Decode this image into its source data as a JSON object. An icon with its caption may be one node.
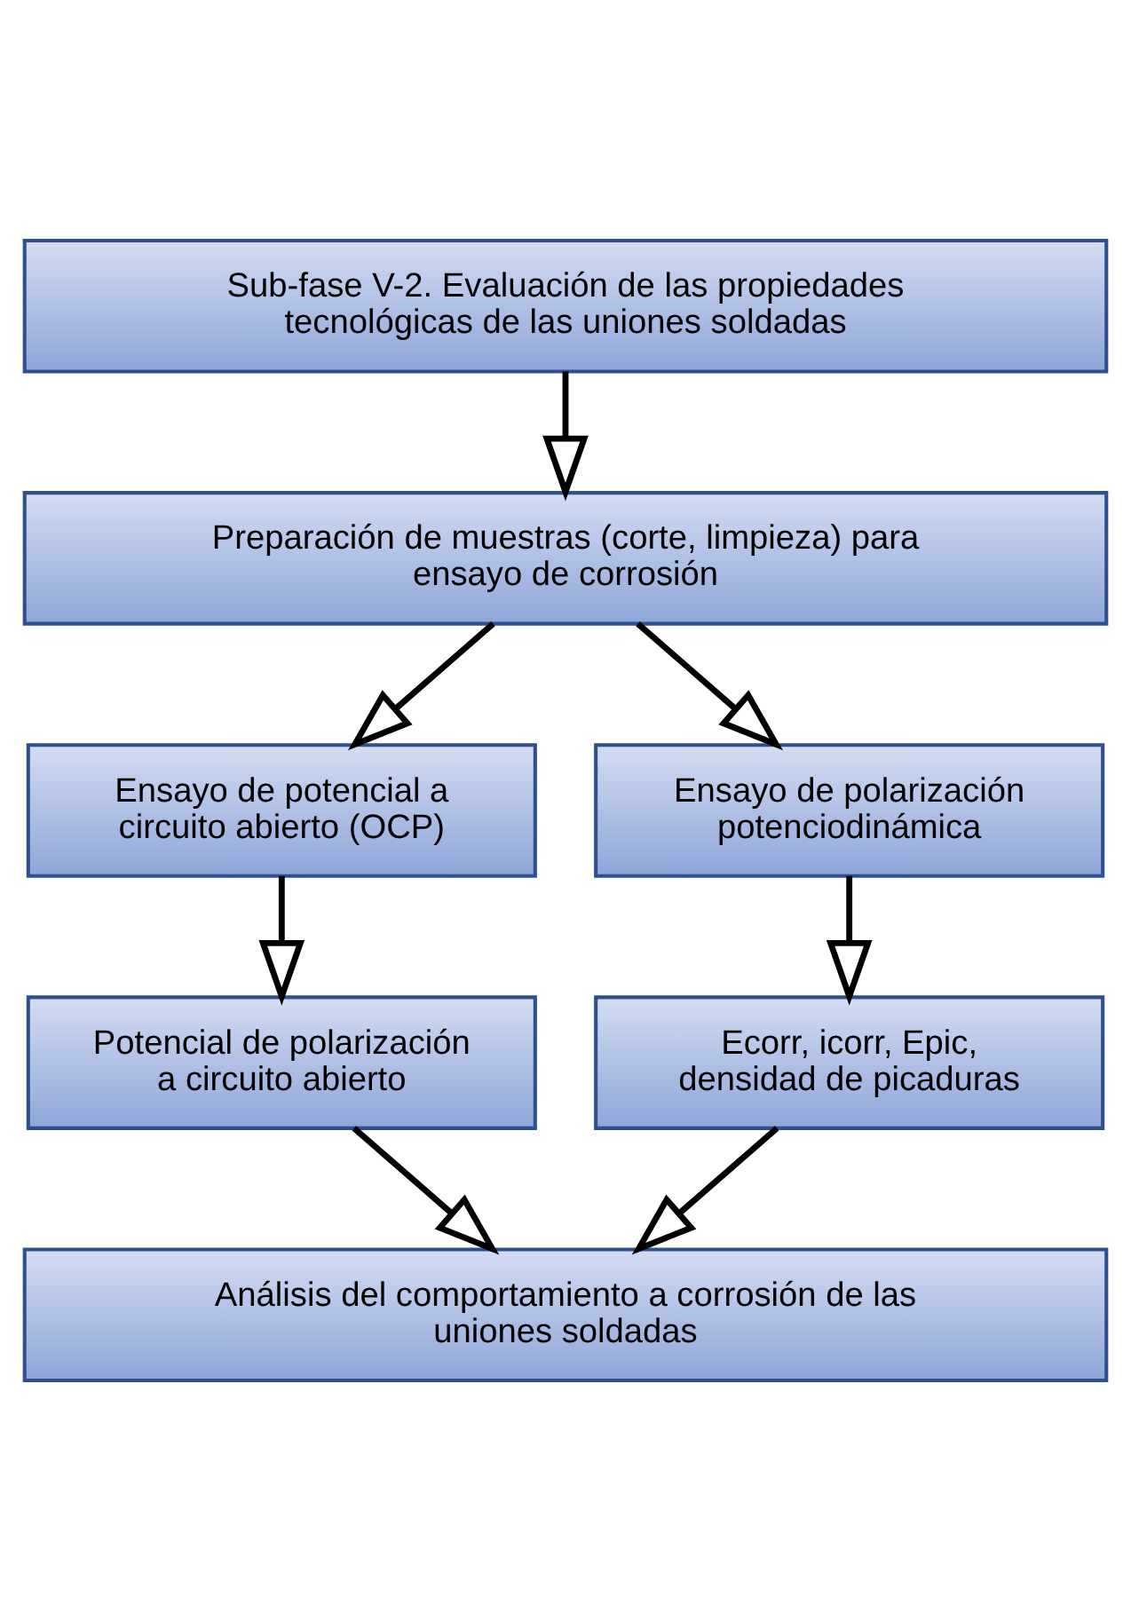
{
  "diagram": {
    "nodes": [
      {
        "text": [
          "Sub-fase V-2. Evaluación de las propiedades tecnológicas de las uniones soldadas"
        ]
      },
      {
        "text": [
          "Preparación de muestras (corte, limpieza) para ensayo de corrosión"
        ]
      },
      {
        "text": [
          "Ensayo de potencial a circuito abierto (OCP)"
        ]
      },
      {
        "text": [
          "Ensayo de polarización potenciodinámica"
        ]
      },
      {
        "text": [
          "Potencial de polarización a circuito abierto"
        ]
      },
      {
        "text": [
          "Ecorr, icorr, Epic, densidad de picaduras"
        ]
      },
      {
        "text": [
          "Análisis del comportamiento a corrosión de las uniones soldadas"
        ]
      }
    ],
    "edges": [
      {
        "from": 0,
        "to": 1,
        "arrow": "to"
      },
      {
        "from": 1,
        "to": 2,
        "arrow": "to"
      },
      {
        "from": 1,
        "to": 3,
        "arrow": "to"
      },
      {
        "from": 2,
        "to": 4,
        "arrow": "to"
      },
      {
        "from": 3,
        "to": 5,
        "arrow": "to"
      },
      {
        "from": 4,
        "to": 6,
        "arrow": "to"
      },
      {
        "from": 5,
        "to": 6,
        "arrow": "to"
      }
    ]
  }
}
